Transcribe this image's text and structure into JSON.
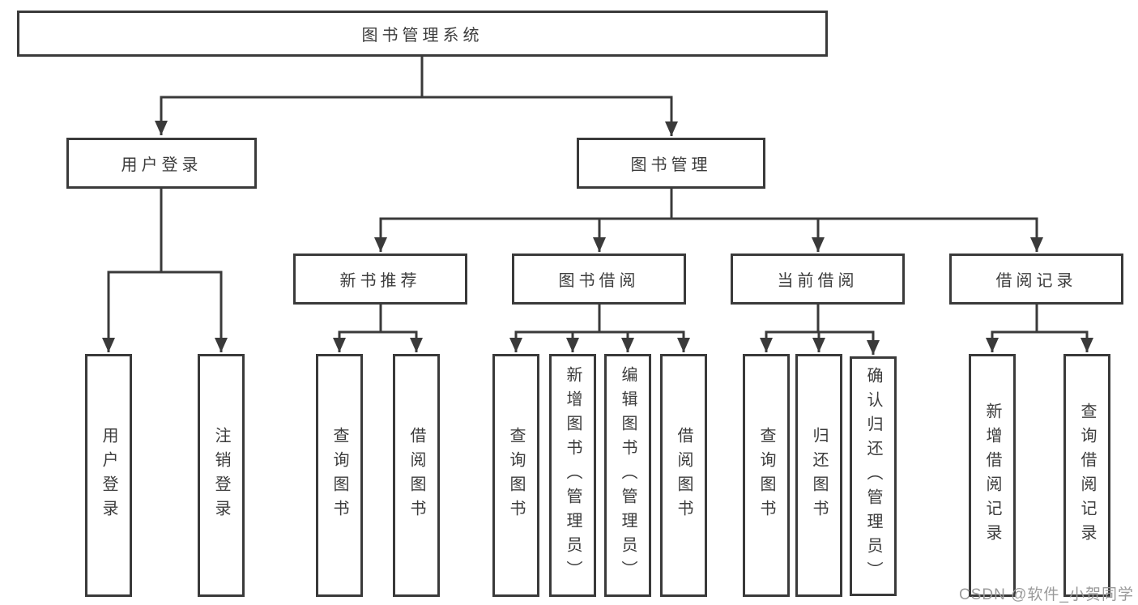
{
  "diagram_title": "图书管理系统",
  "tree": {
    "label": "图书管理系统",
    "children": [
      {
        "label": "用户登录",
        "children": [
          {
            "label": "用户登录"
          },
          {
            "label": "注销登录"
          }
        ]
      },
      {
        "label": "图书管理",
        "children": [
          {
            "label": "新书推荐",
            "children": [
              {
                "label": "查询图书"
              },
              {
                "label": "借阅图书"
              }
            ]
          },
          {
            "label": "图书借阅",
            "children": [
              {
                "label": "查询图书"
              },
              {
                "label": "新增图书（管理员）"
              },
              {
                "label": "编辑图书（管理员）"
              },
              {
                "label": "借阅图书"
              }
            ]
          },
          {
            "label": "当前借阅",
            "children": [
              {
                "label": "查询图书"
              },
              {
                "label": "归还图书"
              },
              {
                "label": "确认归还（管理员）"
              }
            ]
          },
          {
            "label": "借阅记录",
            "children": [
              {
                "label": "新增借阅记录"
              },
              {
                "label": "查询借阅记录"
              }
            ]
          }
        ]
      }
    ]
  },
  "watermark": "CSDN @软件_小贺同学",
  "colors": {
    "line": "#3a3a3a",
    "text": "#3c3c3c",
    "watermark": "#9a9a9a",
    "background": "#ffffff"
  }
}
